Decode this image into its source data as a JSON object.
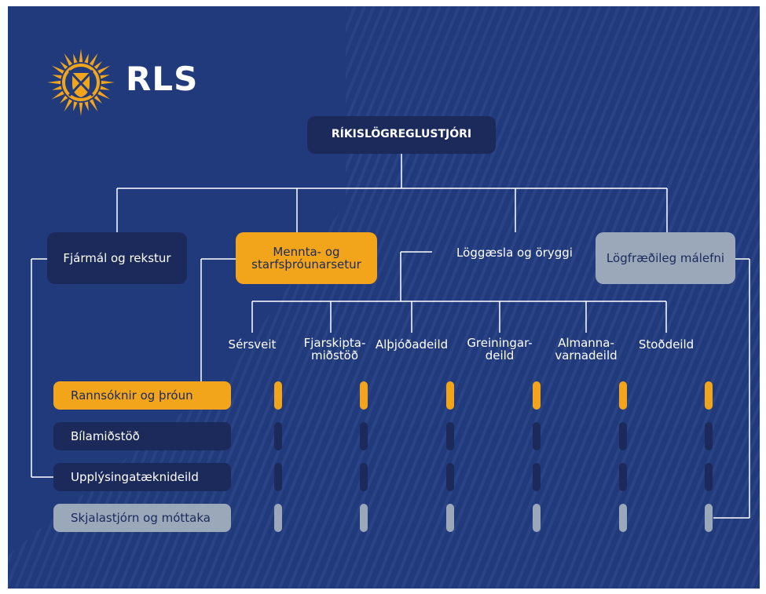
{
  "brand": {
    "name": "RLS"
  },
  "colors": {
    "background": "#213a7c",
    "dark_box": "#1b2a5a",
    "orange": "#f2a51a",
    "grey": "#9aa8ba",
    "line": "#ffffff"
  },
  "top": {
    "label": "RÍKISLÖGREGLUSTJÓRI"
  },
  "level1": [
    {
      "label": "Fjármál og rekstur"
    },
    {
      "label": "Mennta- og starfsþróunarsetur"
    },
    {
      "label": "Löggæsla og öryggi"
    },
    {
      "label": "Lögfræðileg málefni"
    }
  ],
  "level2": [
    {
      "label": "Sérsveit"
    },
    {
      "label": "Fjarskipta-miðstöð"
    },
    {
      "label": "Alþjóðadeild"
    },
    {
      "label": "Greiningar-deild"
    },
    {
      "label": "Almanna-varnadeild"
    },
    {
      "label": "Stoðdeild"
    }
  ],
  "rows": [
    {
      "label": "Rannsóknir og þróun",
      "color": "orange"
    },
    {
      "label": "Bílamiðstöð",
      "color": "dark"
    },
    {
      "label": "Upplýsingatæknideild",
      "color": "dark"
    },
    {
      "label": "Skjalastjórn og móttaka",
      "color": "grey"
    }
  ]
}
